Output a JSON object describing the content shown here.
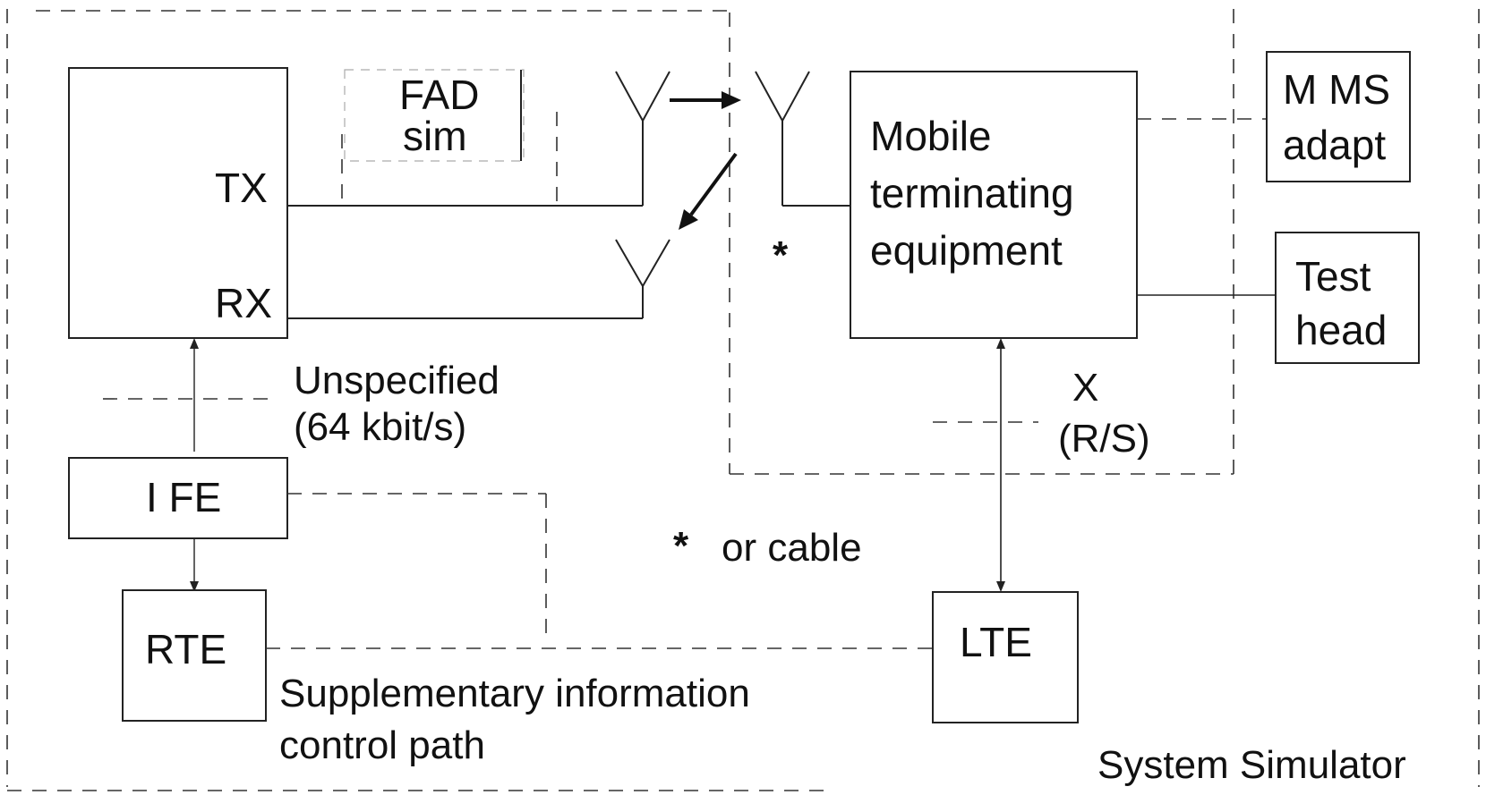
{
  "blocks": {
    "tx": "TX",
    "rx": "RX",
    "fad_line1": "FAD",
    "fad_line2": "sim",
    "ife": "I FE",
    "rte": "RTE",
    "lte": "LTE",
    "mte_line1": "Mobile",
    "mte_line2": "terminating",
    "mte_line3": "equipment",
    "mms_line1": "M MS",
    "mms_line2": "adapt",
    "test_line1": "Test",
    "test_line2": "head"
  },
  "labels": {
    "unspecified_line1": "Unspecified",
    "unspecified_line2": "(64 kbit/s)",
    "x_line1": "X",
    "x_line2": "(R/S)",
    "asterisk": "*",
    "note_star": "*",
    "note_text": "or cable",
    "supp_line1": "Supplementary  information",
    "supp_line2": "control path",
    "system_simulator": "System  Simulator"
  }
}
